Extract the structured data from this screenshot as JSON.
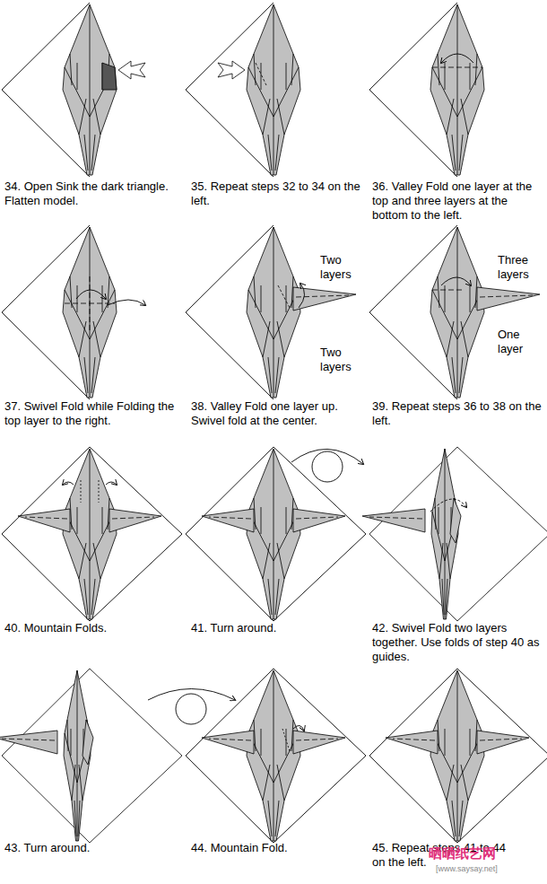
{
  "diagram": {
    "labels": [
      "34. Open Sink the dark triangle. Flatten model.",
      "35. Repeat steps 32 to 34 on the left.",
      "36. Valley Fold one layer at the top and three layers at the bottom to the left.",
      "37. Swivel Fold while Folding the top layer to the right.",
      "38. Valley Fold one layer up. Swivel fold at the center.",
      "39. Repeat steps 36 to 38 on the left.",
      "40. Mountain Folds.",
      "41. Turn around.",
      "42. Swivel Fold two layers together. Use folds of step 40 as guides.",
      "43. Turn around.",
      "44. Mountain Fold.",
      "45. Repeat steps 41 to 44 on the left.",
      "Two layers",
      "Two layers",
      "Three layers",
      "One layer",
      "晒晒纸艺网",
      "[www.saysay.net]"
    ]
  }
}
